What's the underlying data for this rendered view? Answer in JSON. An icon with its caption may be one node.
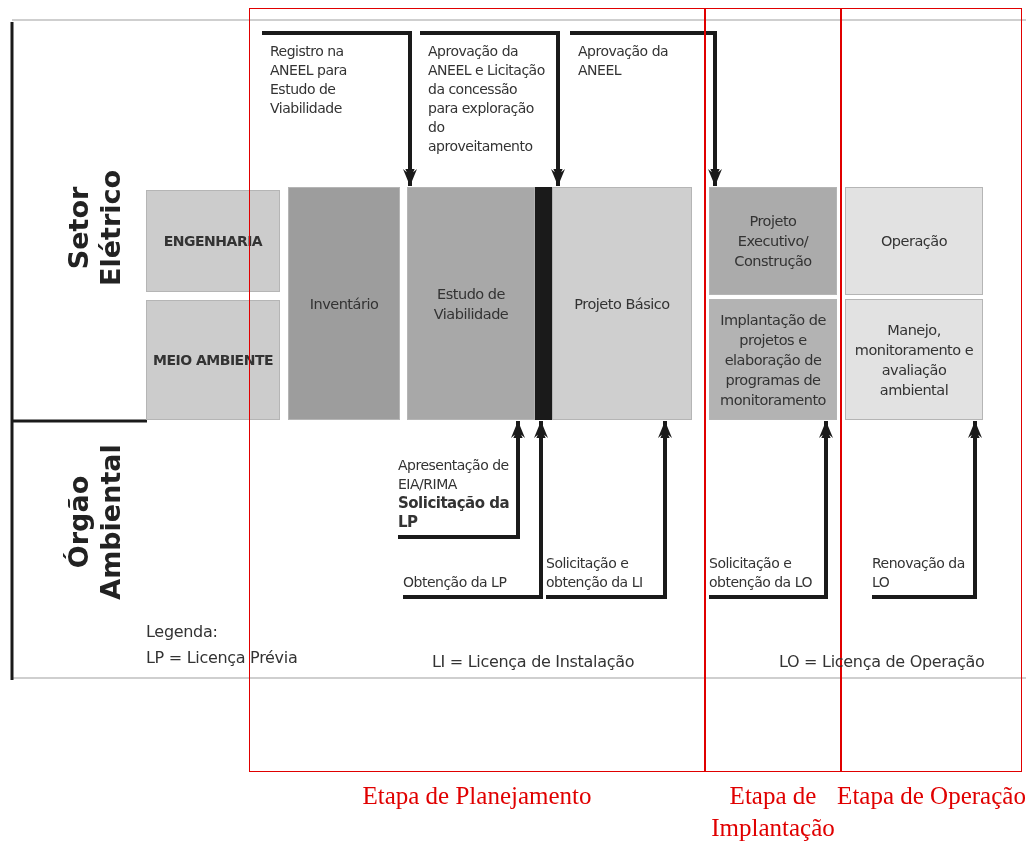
{
  "diagram": {
    "nodes": [
      {
        "text": [
          "ENGENHARIA"
        ]
      },
      {
        "text": [
          "MEIO AMBIENTE"
        ]
      },
      {
        "text": [
          "Etapa de Planejamento"
        ]
      },
      {
        "text": [
          "Inventário"
        ],
        "in": 2
      },
      {
        "text": [
          "Estudo de Viabilidade"
        ],
        "in": 2
      },
      {
        "text": [],
        "shape": "bar",
        "in": 2
      },
      {
        "text": [
          "Projeto Básico"
        ],
        "in": 2
      },
      {
        "text": [
          "Registro na ANEEL para Estudo de Viabilidade"
        ],
        "in": 2
      },
      {
        "text": [
          "Aprovação da ANEEL e Licitação da concessão para exploração do aproveitamento"
        ],
        "in": 2
      },
      {
        "text": [
          "Aprovação da ANEEL"
        ],
        "in": 2
      },
      {
        "text": [
          "Apresentação de EIA/RIMA",
          "Solicitação da LP"
        ],
        "in": 2
      },
      {
        "text": [
          "Obtenção da LP"
        ],
        "in": 2
      },
      {
        "text": [
          "Solicitação e obtenção da LI"
        ],
        "in": 2
      },
      {
        "text": [
          "Etapa de Implantação"
        ]
      },
      {
        "text": [
          "Projeto Executivo/ Construção"
        ],
        "in": 13
      },
      {
        "text": [
          "Implantação de projetos e elaboração de programas de monitoramento"
        ],
        "in": 13
      },
      {
        "text": [
          "Solicitação e obtenção da LO"
        ],
        "in": 13
      },
      {
        "text": [
          "Etapa de Operação"
        ]
      },
      {
        "text": [
          "Operação"
        ],
        "in": 17
      },
      {
        "text": [
          "Manejo, monitoramento e avaliação ambiental"
        ],
        "in": 17
      },
      {
        "text": [
          "Renovação da LO"
        ],
        "in": 17
      }
    ],
    "edges": [
      {
        "from": 7,
        "to": 4,
        "arrow": "to"
      },
      {
        "from": 8,
        "to": 6,
        "arrow": "to"
      },
      {
        "from": 9,
        "to": 14,
        "arrow": "to"
      },
      {
        "from": 10,
        "to": 4,
        "arrow": "to"
      },
      {
        "from": 11,
        "to": 5,
        "arrow": "to"
      },
      {
        "from": 12,
        "to": 6,
        "arrow": "to"
      },
      {
        "from": 16,
        "to": 15,
        "arrow": "to"
      },
      {
        "from": 20,
        "to": 19,
        "arrow": "to"
      }
    ],
    "labels": [
      "Setor Elétrico",
      "Órgão Ambiental",
      "Legenda:",
      "LP = Licença Prévia",
      "LI = Licença de Instalação",
      "LO = Licença de Operação"
    ]
  }
}
